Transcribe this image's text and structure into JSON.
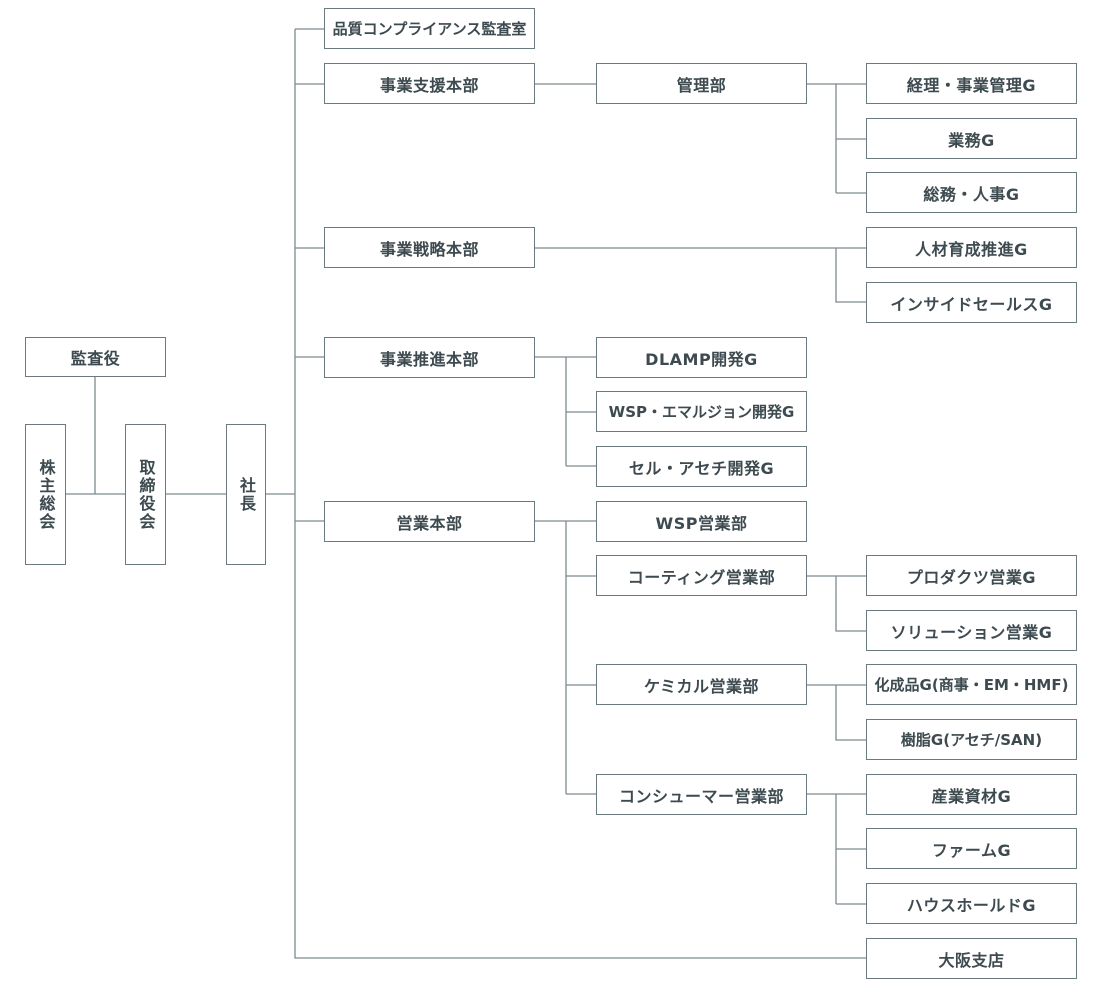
{
  "org": {
    "kansayaku": "監査役",
    "kabunushi": "株主総会",
    "torishimari": "取締役会",
    "shacho": "社長",
    "compliance": "品質コンプライアンス監査室",
    "jigyo_shien": "事業支援本部",
    "kanri": "管理部",
    "keiri": "経理・事業管理G",
    "gyomu": "業務G",
    "somu": "総務・人事G",
    "jigyo_senryaku": "事業戦略本部",
    "jinzai": "人材育成推進G",
    "inside_sales": "インサイドセールスG",
    "jigyo_suishin": "事業推進本部",
    "dlamp": "DLAMP開発G",
    "wsp_emulsion": "WSP・エマルジョン開発G",
    "cell_acechi": "セル・アセチ開発G",
    "eigyo": "営業本部",
    "wsp_eigyo": "WSP営業部",
    "coating": "コーティング営業部",
    "products": "プロダクツ営業G",
    "solution": "ソリューション営業G",
    "chemical": "ケミカル営業部",
    "kaseihin": "化成品G(商事・EM・HMF)",
    "jushi": "樹脂G(アセチ/SAN)",
    "consumer": "コンシューマー営業部",
    "sangyo": "産業資材G",
    "farm": "ファームG",
    "household": "ハウスホールドG",
    "osaka": "大阪支店"
  },
  "colors": {
    "line": "#7d8a8f",
    "border": "#6b7a7f",
    "text": "#3d4a4f"
  }
}
